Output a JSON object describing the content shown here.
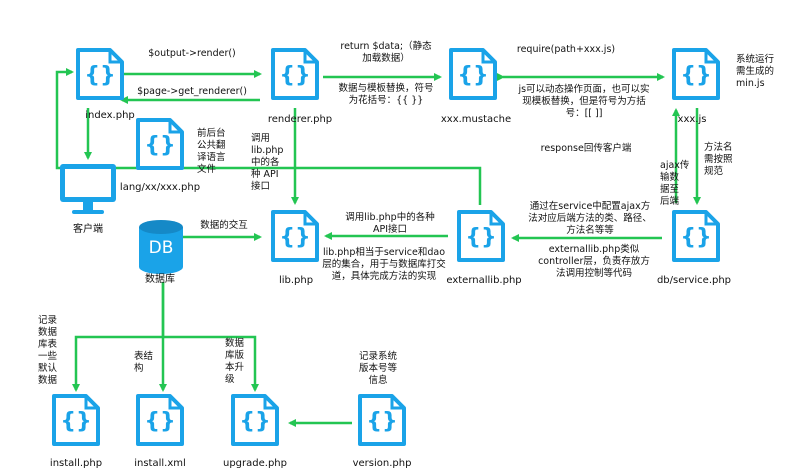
{
  "colors": {
    "icon": "#1aa3e8",
    "icon_dark": "#1589c7",
    "arrow": "#23c552",
    "text": "#111111"
  },
  "icons": {
    "file": "php-file-icon",
    "monitor": "monitor-icon",
    "database": "database-icon"
  },
  "nodes": {
    "index": "index.php",
    "renderer": "renderer.php",
    "mustache": "xxx.mustache",
    "minjs": "xxx.js",
    "lang": "lang/xx/xxx.php",
    "client": "客户端",
    "db_badge": "DB",
    "db": "数据库",
    "lib": "lib.php",
    "externallib": "externallib.php",
    "service": "db/service.php",
    "install_php": "install.php",
    "install_xml": "install.xml",
    "upgrade": "upgrade.php",
    "version": "version.php",
    "file_glyph": "{}"
  },
  "edge_labels": {
    "output_render": "$output->render()",
    "page_get_renderer": "$page->get_renderer()",
    "return_data": [
      "return $data;（静态",
      "加载数据）"
    ],
    "data_template": [
      "数据与模板替换，符号",
      "为花括号：{{ }}"
    ],
    "require": "require(path+xxx.js)",
    "js_dynamic": [
      "js可以动态操作页面，也可以实",
      "现模板替换，但是符号为方括",
      "号：[[ ]]"
    ],
    "min_js": [
      "系统运行",
      "需生成的",
      "min.js"
    ],
    "lang_note": [
      "前后台",
      "公共翻",
      "译语言",
      "文件"
    ],
    "call_lib": [
      "调用",
      "lib.php",
      "中的各",
      "种 API",
      "接口"
    ],
    "response": "response回传客户端",
    "ajax": [
      "ajax传",
      "输数",
      "据至",
      "后端"
    ],
    "method_name": [
      "方法名",
      "需按照",
      "规范"
    ],
    "service_config": [
      "通过在service中配置ajax方",
      "法对应后端方法的类、路径、",
      "方法名等等"
    ],
    "data_interaction": "数据的交互",
    "call_lib_api": [
      "调用lib.php中的各种",
      "API接口"
    ],
    "lib_desc": [
      "lib.php相当于service和dao",
      "层的集合，用于与数据库打交",
      "道，具体完成方法的实现"
    ],
    "externallib_desc": [
      "externallib.php类似",
      "controller层，负责存放方",
      "法调用控制等代码"
    ],
    "record_defaults": [
      "记录",
      "数据",
      "库表",
      "一些",
      "默认",
      "数据"
    ],
    "table_structure": [
      "表结",
      "构"
    ],
    "db_upgrade": [
      "数据",
      "库版",
      "本升",
      "级"
    ],
    "record_version": [
      "记录系统",
      "版本号等",
      "信息"
    ]
  }
}
